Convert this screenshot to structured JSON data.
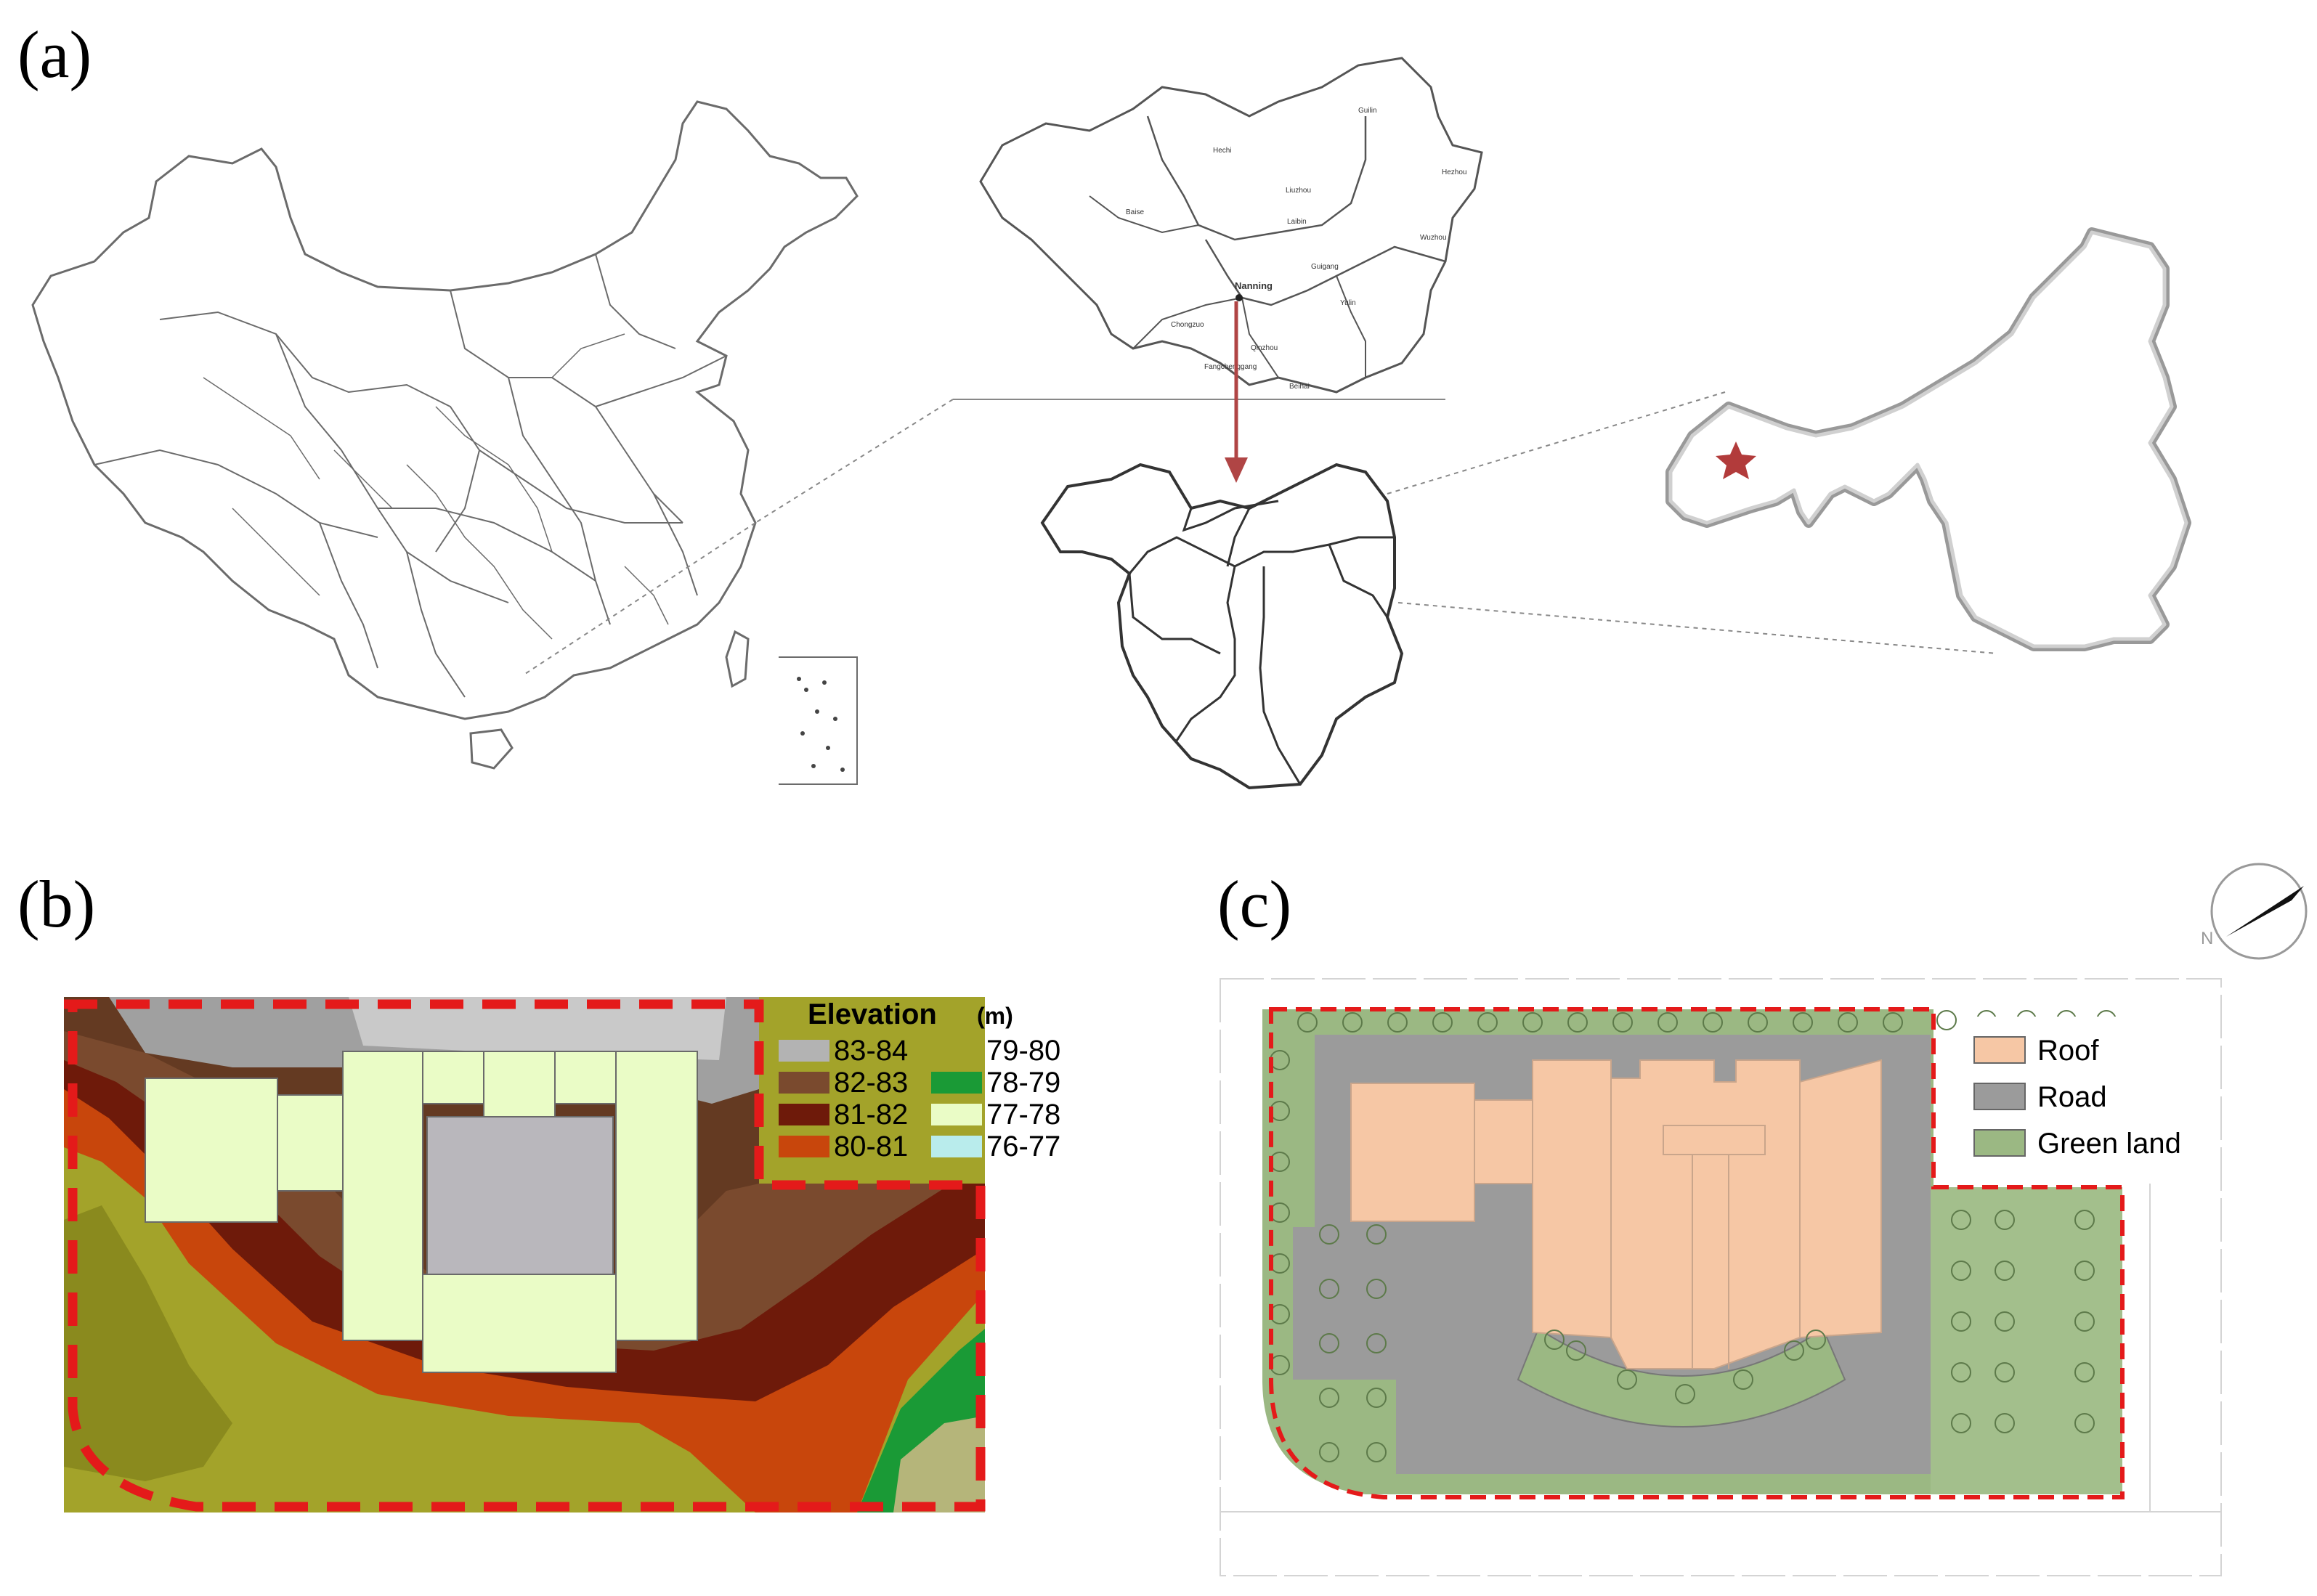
{
  "panels": {
    "a": {
      "label": "(a)"
    },
    "b": {
      "label": "(b)"
    },
    "c": {
      "label": "(c)"
    }
  },
  "map_a": {
    "city_labels": [
      "Nanning",
      "Guilin",
      "Hezhou",
      "Liuzhou",
      "Hechi",
      "Baise",
      "Laibin",
      "Wuzhou",
      "Guigang",
      "Yulin",
      "Chongzuo",
      "Qinzhou",
      "Fangchenggang",
      "Beihai"
    ],
    "marker": {
      "icon": "star-icon",
      "color": "#b23b3b"
    },
    "arrow_color": "#b04545"
  },
  "legend_b": {
    "title": "Elevation",
    "unit": "(m)",
    "items": [
      {
        "label": "83-84",
        "color": "#b3b3b3"
      },
      {
        "label": "79-80",
        "color": "#a3a32a"
      },
      {
        "label": "82-83",
        "color": "#7a4a2e"
      },
      {
        "label": "78-79",
        "color": "#1a9a36"
      },
      {
        "label": "81-82",
        "color": "#6e1a0a"
      },
      {
        "label": "77-78",
        "color": "#eafcc6"
      },
      {
        "label": "80-81",
        "color": "#c8460c"
      },
      {
        "label": "76-77",
        "color": "#b9ecec"
      }
    ]
  },
  "legend_c": {
    "items": [
      {
        "label": "Roof",
        "color": "#f6c7a5"
      },
      {
        "label": "Road",
        "color": "#9b9b9b"
      },
      {
        "label": "Green land",
        "color": "#9bb883"
      }
    ]
  },
  "compass_c": {
    "icon": "north-arrow-icon",
    "letter": "N"
  },
  "boundary_color": "#e41a1a"
}
